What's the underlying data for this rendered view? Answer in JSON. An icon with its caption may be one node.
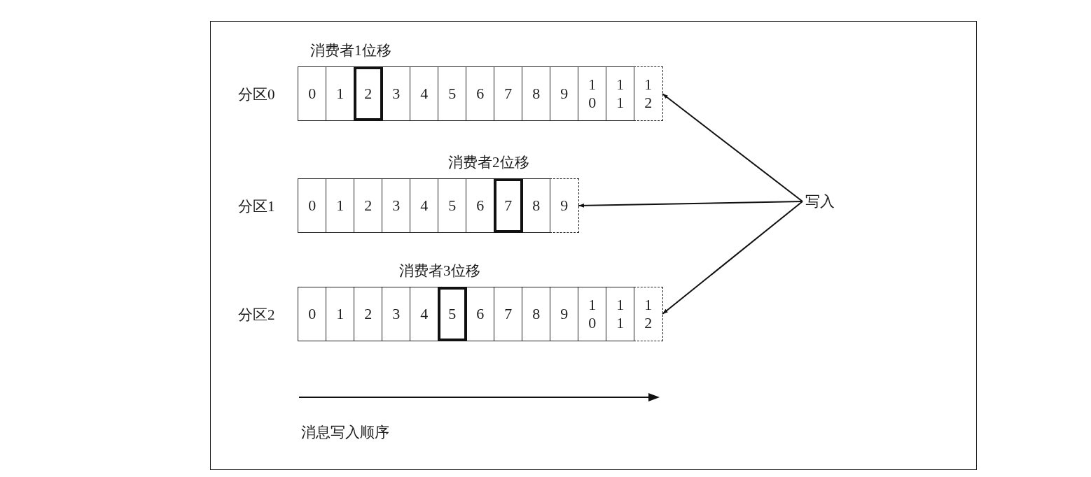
{
  "diagram": {
    "nodes": [
      {
        "text": [
          "分区0"
        ]
      },
      {
        "text": [
          "0"
        ],
        "in": 0
      },
      {
        "text": [
          "1"
        ],
        "in": 0
      },
      {
        "text": [
          "2"
        ],
        "in": 0
      },
      {
        "text": [
          "3"
        ],
        "in": 0
      },
      {
        "text": [
          "4"
        ],
        "in": 0
      },
      {
        "text": [
          "5"
        ],
        "in": 0
      },
      {
        "text": [
          "6"
        ],
        "in": 0
      },
      {
        "text": [
          "7"
        ],
        "in": 0
      },
      {
        "text": [
          "8"
        ],
        "in": 0
      },
      {
        "text": [
          "9"
        ],
        "in": 0
      },
      {
        "text": [
          "10"
        ],
        "in": 0
      },
      {
        "text": [
          "11"
        ],
        "in": 0
      },
      {
        "text": [
          "12"
        ],
        "in": 0
      },
      {
        "text": [
          "分区1"
        ]
      },
      {
        "text": [
          "0"
        ],
        "in": 14
      },
      {
        "text": [
          "1"
        ],
        "in": 14
      },
      {
        "text": [
          "2"
        ],
        "in": 14
      },
      {
        "text": [
          "3"
        ],
        "in": 14
      },
      {
        "text": [
          "4"
        ],
        "in": 14
      },
      {
        "text": [
          "5"
        ],
        "in": 14
      },
      {
        "text": [
          "6"
        ],
        "in": 14
      },
      {
        "text": [
          "7"
        ],
        "in": 14
      },
      {
        "text": [
          "8"
        ],
        "in": 14
      },
      {
        "text": [
          "9"
        ],
        "in": 14
      },
      {
        "text": [
          "分区2"
        ]
      },
      {
        "text": [
          "0"
        ],
        "in": 25
      },
      {
        "text": [
          "1"
        ],
        "in": 25
      },
      {
        "text": [
          "2"
        ],
        "in": 25
      },
      {
        "text": [
          "3"
        ],
        "in": 25
      },
      {
        "text": [
          "4"
        ],
        "in": 25
      },
      {
        "text": [
          "5"
        ],
        "in": 25
      },
      {
        "text": [
          "6"
        ],
        "in": 25
      },
      {
        "text": [
          "7"
        ],
        "in": 25
      },
      {
        "text": [
          "8"
        ],
        "in": 25
      },
      {
        "text": [
          "9"
        ],
        "in": 25
      },
      {
        "text": [
          "10"
        ],
        "in": 25
      },
      {
        "text": [
          "11"
        ],
        "in": 25
      },
      {
        "text": [
          "12"
        ],
        "in": 25
      },
      {
        "text": [
          "写入"
        ]
      }
    ],
    "edges": [
      {
        "from": 39,
        "to": 13,
        "arrow": "to"
      },
      {
        "from": 39,
        "to": 24,
        "arrow": "to"
      },
      {
        "from": 39,
        "to": 38,
        "arrow": "to"
      }
    ],
    "labels": [
      "消费者1位移",
      "消费者2位移",
      "消费者3位移",
      "消息写入顺序"
    ]
  }
}
